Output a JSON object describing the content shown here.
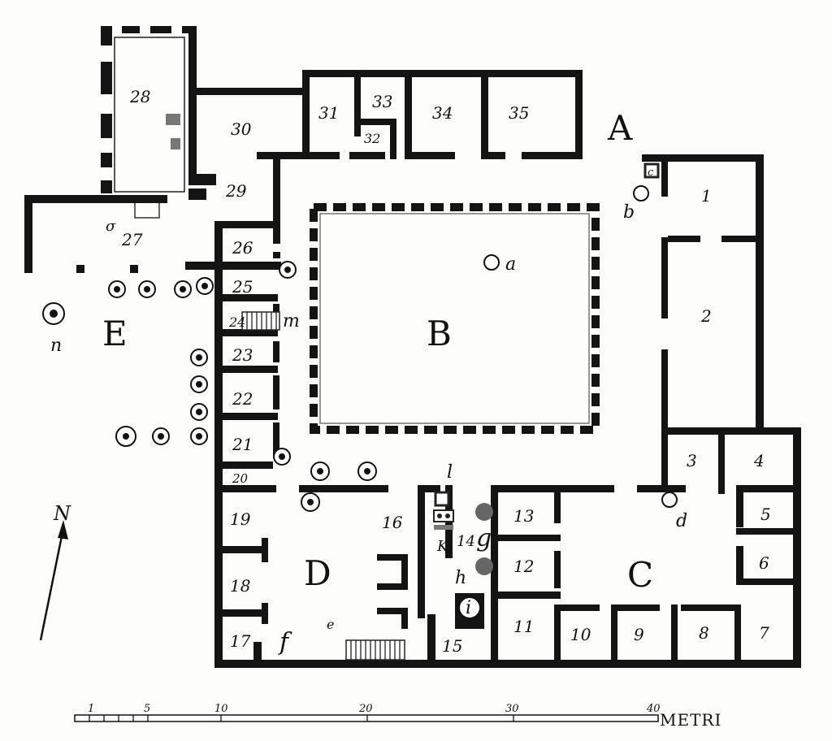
{
  "areas": {
    "A": "A",
    "B": "B",
    "C": "C",
    "D": "D",
    "E": "E"
  },
  "features": {
    "a": "a",
    "b": "b",
    "c": "c",
    "d": "d",
    "e": "e",
    "f": "f",
    "g": "g",
    "h": "h",
    "i": "i",
    "K": "K",
    "l": "l",
    "m": "m",
    "n": "n",
    "o": "σ"
  },
  "rooms": {
    "r1": "1",
    "r2": "2",
    "r3": "3",
    "r4": "4",
    "r5": "5",
    "r6": "6",
    "r7": "7",
    "r8": "8",
    "r9": "9",
    "r10": "10",
    "r11": "11",
    "r12": "12",
    "r13": "13",
    "r14": "14",
    "r15": "15",
    "r16": "16",
    "r17": "17",
    "r18": "18",
    "r19": "19",
    "r20": "20",
    "r21": "21",
    "r22": "22",
    "r23": "23",
    "r24": "24",
    "r25": "25",
    "r26": "26",
    "r27": "27",
    "r28": "28",
    "r29": "29",
    "r30": "30",
    "r31": "31",
    "r32": "32",
    "r33": "33",
    "r34": "34",
    "r35": "35"
  },
  "north_label": "N",
  "scale_bar": {
    "ticks": [
      "1",
      "5",
      "10",
      "20",
      "30",
      "40"
    ],
    "unit": "METRI"
  }
}
